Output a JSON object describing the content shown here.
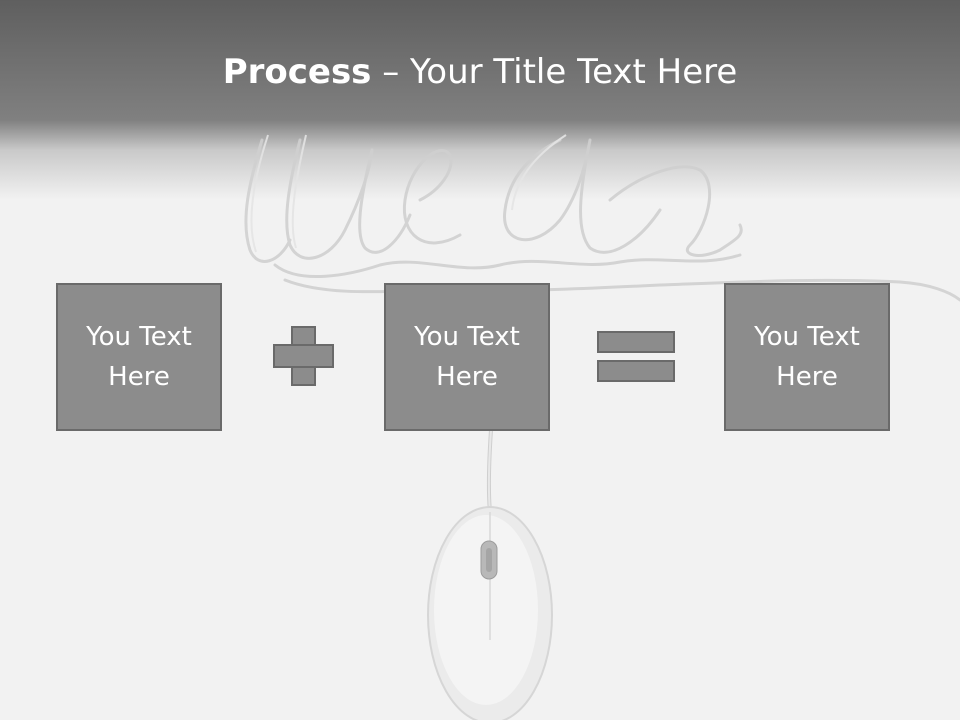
{
  "slide": {
    "title_bold": "Process",
    "title_rest": " – Your Title Text Here",
    "boxes": [
      {
        "text": "You Text Here"
      },
      {
        "text": "You Text Here"
      },
      {
        "text": "You Text Here"
      }
    ],
    "operators": [
      "plus-icon",
      "equals-icon"
    ],
    "background_image": "idea-cable-mouse",
    "colors": {
      "header": "#6e6e6e",
      "box_fill": "#8c8c8c",
      "box_border": "#6a6a6a",
      "text": "#ffffff",
      "background": "#f2f2f2"
    }
  }
}
